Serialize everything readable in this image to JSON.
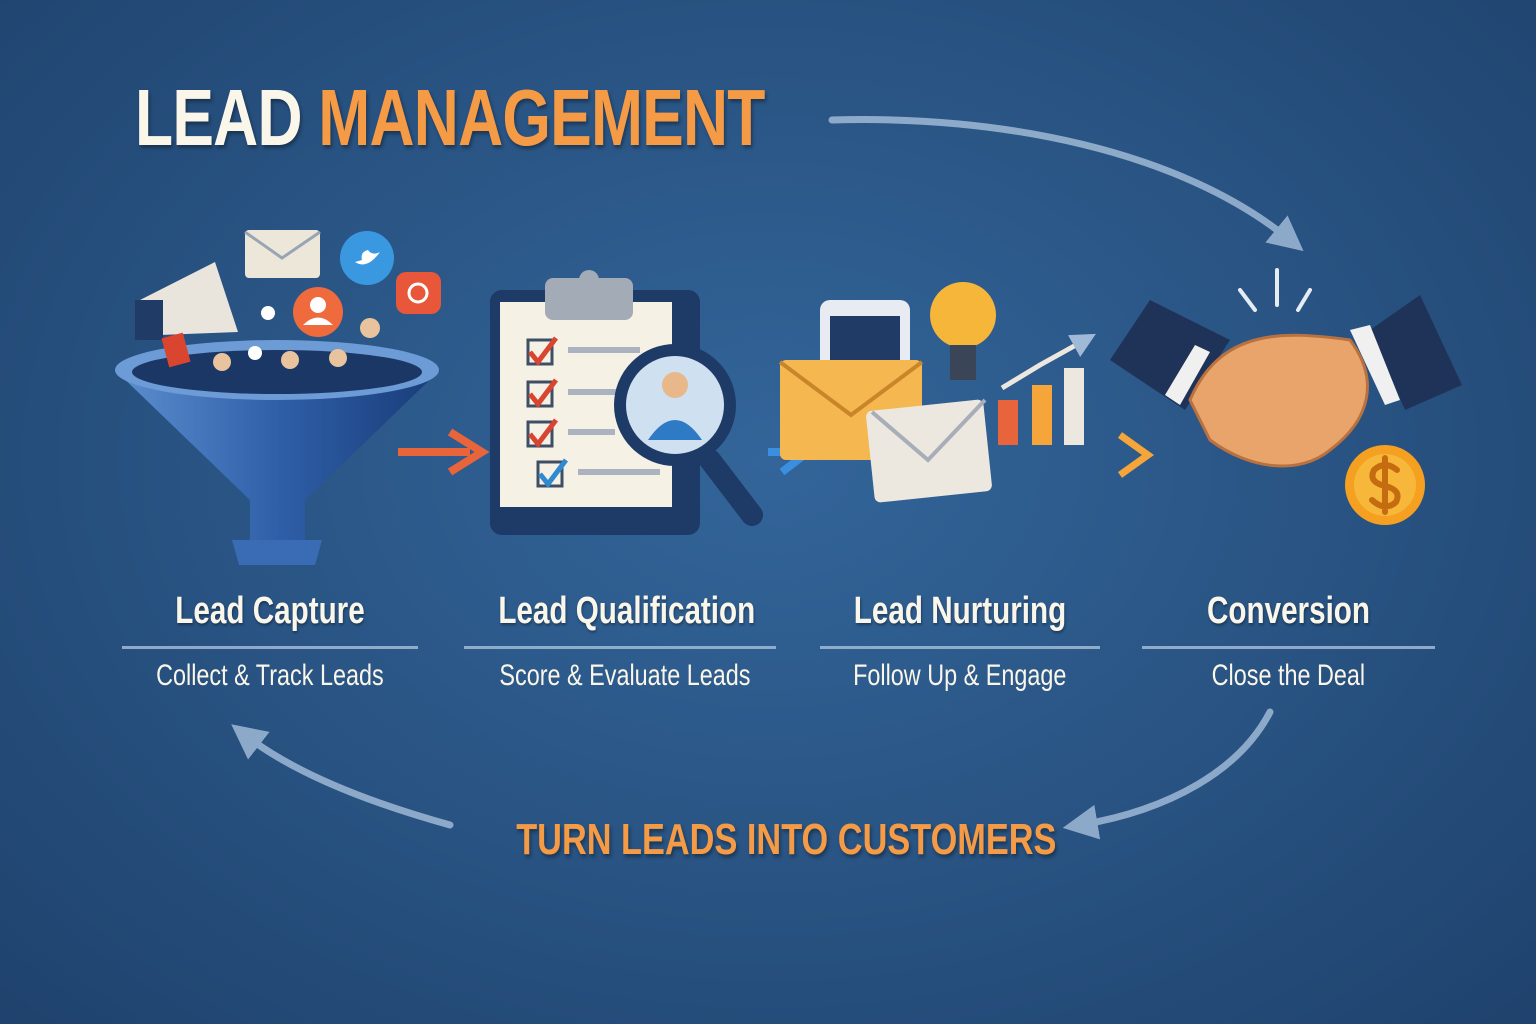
{
  "title": {
    "part1": "LEAD",
    "part2": "MANAGEMENT"
  },
  "stages": [
    {
      "title": "Lead Capture",
      "subtitle": "Collect & Track Leads",
      "icon": "funnel-icon"
    },
    {
      "title": "Lead Qualification",
      "subtitle": "Score & Evaluate Leads",
      "icon": "clipboard-magnifier-icon"
    },
    {
      "title": "Lead Nurturing",
      "subtitle": "Follow Up & Engage",
      "icon": "envelopes-growth-icon"
    },
    {
      "title": "Conversion",
      "subtitle": "Close the Deal",
      "icon": "handshake-icon"
    }
  ],
  "tagline": "TURN LEADS INTO CUSTOMERS",
  "colors": {
    "background": "#2a5686",
    "accent": "#f59a45",
    "text": "#fbf6ea",
    "arrow": "#a9c0db"
  }
}
